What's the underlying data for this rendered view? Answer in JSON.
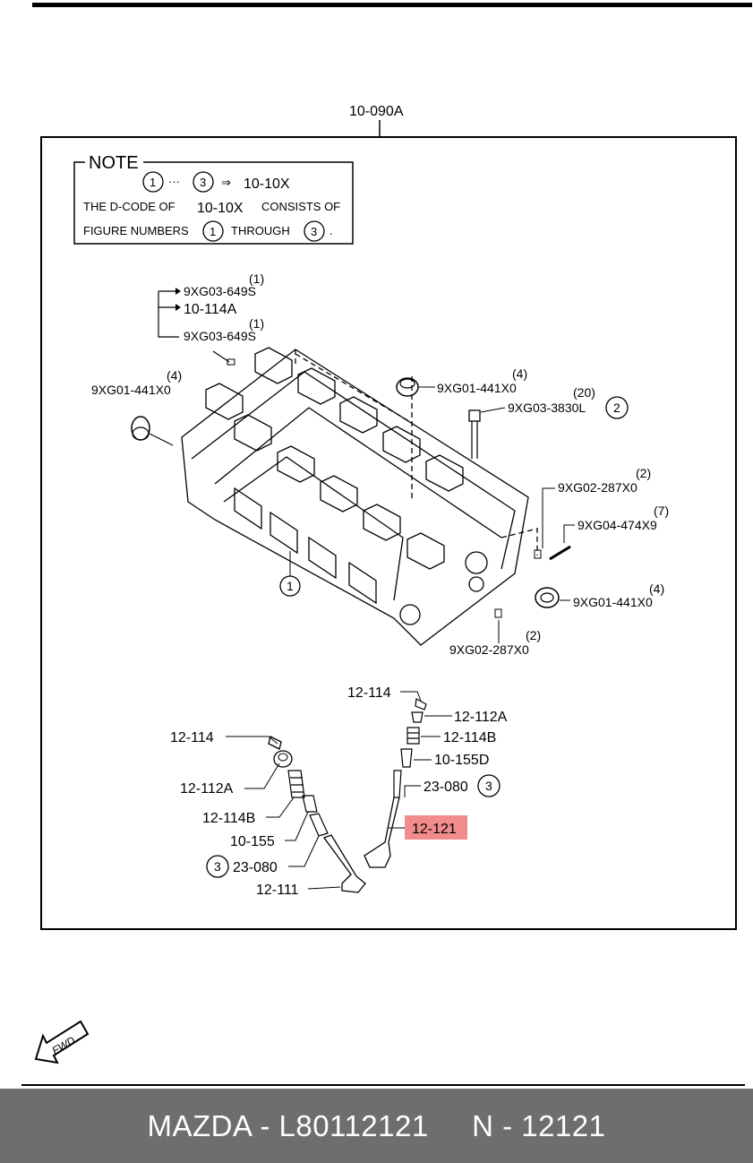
{
  "frame_label": "10-090A",
  "note": {
    "title": "NOTE",
    "range_start": "1",
    "range_dots": "···",
    "range_end": "3",
    "arrow": "⇒",
    "target": "10-10X",
    "line2_a": "THE D-CODE OF",
    "line2_code": "10-10X",
    "line2_b": "CONSISTS OF",
    "line3_a": "FIGURE NUMBERS",
    "line3_n1": "1",
    "line3_b": "THROUGH",
    "line3_n2": "3",
    "line3_end": "."
  },
  "callouts": {
    "a_qty": "(1)",
    "a_part": "9XG03-649S",
    "b_part": "10-114A",
    "c_qty": "(1)",
    "c_part": "9XG03-649S",
    "d_qty": "(4)",
    "d_part": "9XG01-441X0",
    "e_qty": "(4)",
    "e_part": "9XG01-441X0",
    "f_qty": "(20)",
    "f_part": "9XG03-3830L",
    "f_circle": "2",
    "g_qty": "(2)",
    "g_part": "9XG02-287X0",
    "h_qty": "(7)",
    "h_part": "9XG04-474X9",
    "i_qty": "(4)",
    "i_part": "9XG01-441X0",
    "j_qty": "(2)",
    "j_part": "9XG02-287X0",
    "head_circle": "1"
  },
  "valve_right": {
    "r1": "12-114",
    "r2": "12-112A",
    "r3": "12-114B",
    "r4": "10-155D",
    "r5": "23-080",
    "r5_circle": "3",
    "r6": "12-121"
  },
  "valve_left": {
    "l1": "12-114",
    "l2": "12-112A",
    "l3": "12-114B",
    "l4": "10-155",
    "l5_circle": "3",
    "l5": "23-080",
    "l6": "12-111"
  },
  "highlight_color": "#f28b8b",
  "fwd_label": "FWD",
  "footer": {
    "brand_line": "MAZDA - L80112121",
    "code_line": "N - 12121"
  }
}
